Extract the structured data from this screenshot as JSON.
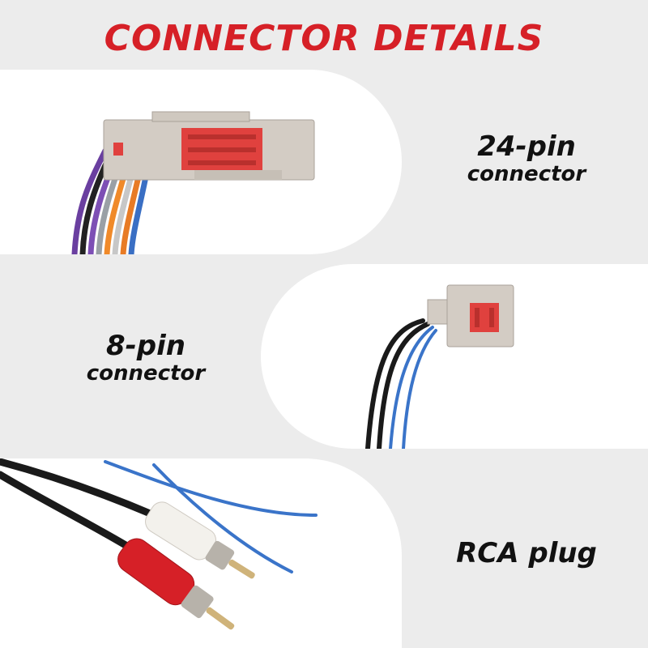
{
  "header": {
    "title": "CONNECTOR DETAILS"
  },
  "sections": [
    {
      "line1": "24-pin",
      "line2": "connector",
      "image": "24-pin-connector-photo"
    },
    {
      "line1": "8-pin",
      "line2": "connector",
      "image": "8-pin-connector-photo"
    },
    {
      "line1": "RCA plug",
      "line2": "",
      "image": "rca-plug-photo"
    }
  ],
  "colors": {
    "title": "#d62027",
    "background": "#ececec",
    "panel": "#ffffff",
    "housing": "#d3ccc4",
    "pins": "#e0413e"
  }
}
